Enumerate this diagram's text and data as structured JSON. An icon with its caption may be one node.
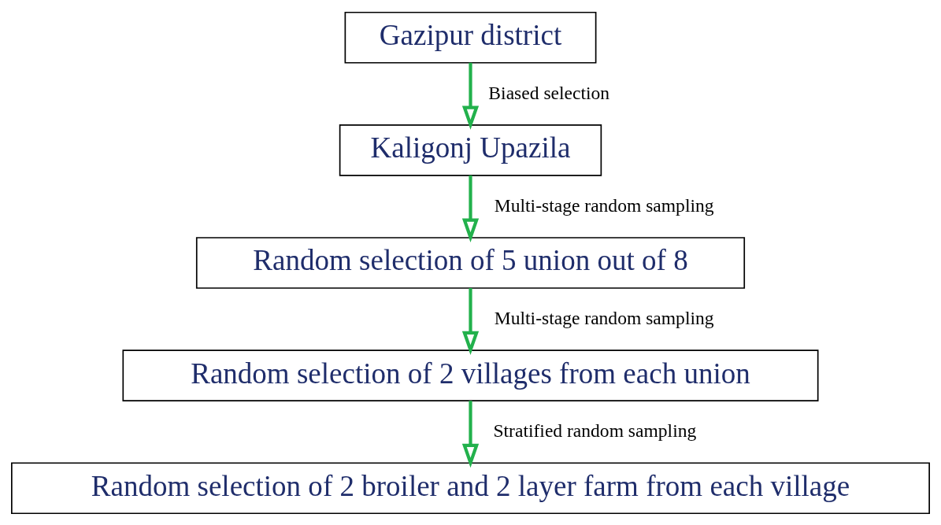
{
  "diagram": {
    "nodes": [
      {
        "text": [
          "Gazipur district"
        ]
      },
      {
        "text": [
          "Kaligonj Upazila"
        ]
      },
      {
        "text": [
          "Random selection of 5 union out of 8"
        ]
      },
      {
        "text": [
          "Random selection of 2 villages from each union"
        ]
      },
      {
        "text": [
          "Random selection of 2 broiler and 2 layer farm from each village"
        ]
      }
    ],
    "edges": [
      {
        "from": 0,
        "to": 1,
        "arrow": "to",
        "label": "Biased selection"
      },
      {
        "from": 1,
        "to": 2,
        "arrow": "to",
        "label": "Multi-stage random sampling"
      },
      {
        "from": 2,
        "to": 3,
        "arrow": "to",
        "label": "Multi-stage random sampling"
      },
      {
        "from": 3,
        "to": 4,
        "arrow": "to",
        "label": "Stratified random sampling"
      }
    ]
  }
}
